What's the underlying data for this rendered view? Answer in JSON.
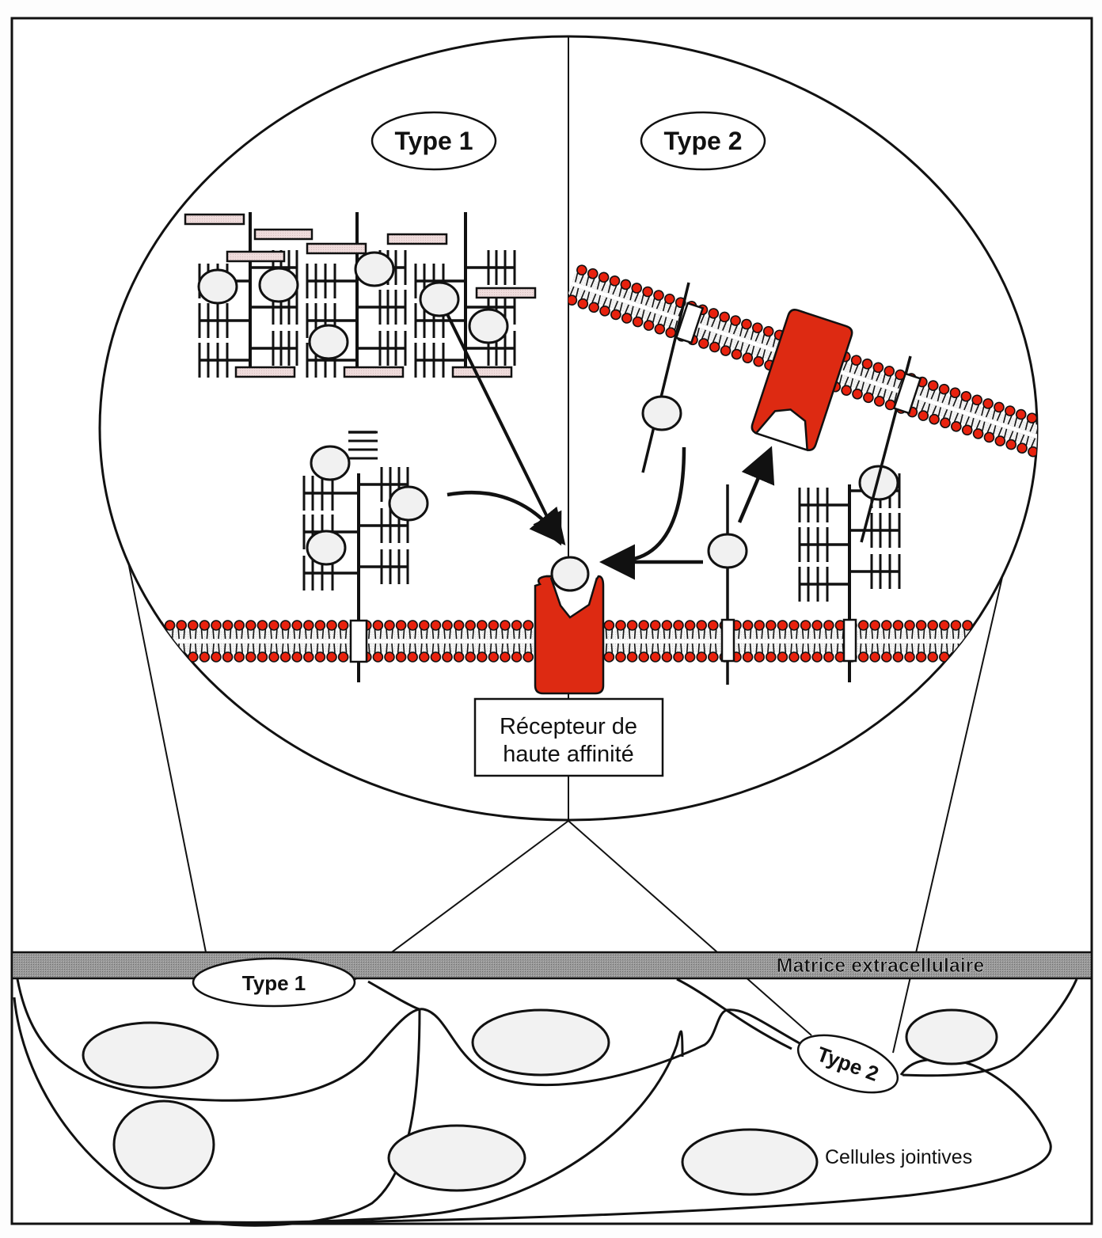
{
  "diagram": {
    "labels": {
      "type1_top": "Type 1",
      "type2_top": "Type 2",
      "receptor_line1": "Récepteur de",
      "receptor_line2": "haute affinité",
      "matrix": "Matrice extracellulaire",
      "type1_bottom": "Type 1",
      "type2_bottom": "Type 2",
      "cells": "Cellules jointives"
    },
    "colors": {
      "receptor": "#dd2a12",
      "lipid_head": "#e8220e",
      "matrix_band": "#8c8c8c",
      "core_protein_bar": "#ecdada",
      "ligand": "#f1f1f1",
      "nucleus": "#f2f2f2"
    },
    "icons": {
      "receptor": "high-affinity-receptor-icon",
      "proteoglycan": "proteoglycan-icon",
      "ligand": "growth-factor-ligand-icon",
      "membrane": "lipid-bilayer-icon",
      "arrow": "arrow-icon"
    }
  }
}
